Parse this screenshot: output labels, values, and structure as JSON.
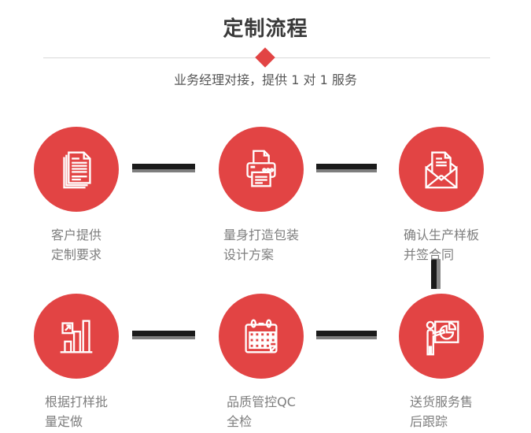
{
  "header": {
    "title": "定制流程",
    "subtitle": "业务经理对接，提供 1 对 1 服务"
  },
  "colors": {
    "accent_red": "#e24444",
    "connector_black": "#1b1b1b",
    "connector_gray": "#7e7e7e",
    "title_text": "#3a3a3a",
    "subtitle_text": "#555555",
    "label_text": "#7e7e7e",
    "divider_line": "#d9d9d9",
    "background": "#ffffff"
  },
  "steps": [
    {
      "icon": "documents-icon",
      "label_line1": "客户提供",
      "label_line2": "定制要求"
    },
    {
      "icon": "printer-icon",
      "label_line1": "量身打造包装",
      "label_line2": "设计方案"
    },
    {
      "icon": "envelope-icon",
      "label_line1": "确认生产样板",
      "label_line2": "并签合同"
    },
    {
      "icon": "bar-chart-icon",
      "label_line1": "根据打样批",
      "label_line2": "量定做"
    },
    {
      "icon": "calendar-icon",
      "label_line1": "品质管控QC",
      "label_line2": "全检"
    },
    {
      "icon": "presentation-icon",
      "label_line1": "送货服务售",
      "label_line2": "后跟踪"
    }
  ]
}
